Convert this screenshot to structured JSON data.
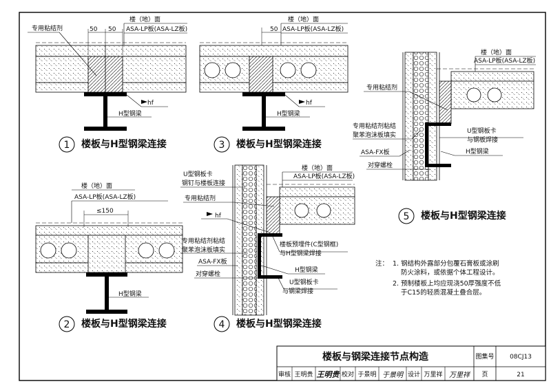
{
  "details": [
    {
      "number": "1",
      "caption": "楼板与H型钢梁连接",
      "labels": {
        "bond": "专用粘结剂",
        "floor": "楼（地）面",
        "board": "ASA-LP板(ASA-LZ板)",
        "dim1": "50",
        "dim2": "50",
        "weld": "hf",
        "beam": "H型钢梁"
      }
    },
    {
      "number": "3",
      "caption": "楼板与H型钢梁连接",
      "labels": {
        "floor": "楼（地）面",
        "board": "ASA-LP板(ASA-LZ板)",
        "dim1": "50",
        "weld": "hf",
        "beam": "H型钢梁"
      }
    },
    {
      "number": "5",
      "caption": "楼板与H型钢梁连接",
      "labels": {
        "floor": "楼（地）面",
        "board": "ASA-LP板(ASA-LZ板)",
        "bond": "专用粘结剂",
        "bond_fill_1": "专用粘结剂粘结",
        "bond_fill_2": "聚苯泡沫板填实",
        "ucard_1": "U型钢板卡",
        "ucard_2": "与钢板焊接",
        "fx": "ASA-FX板",
        "beam": "H型钢梁",
        "bolt": "对穿螺栓"
      }
    },
    {
      "number": "2",
      "caption": "楼板与H型钢梁连接",
      "labels": {
        "floor": "楼（地）面",
        "board": "ASA-LP板(ASA-LZ板)",
        "dim": "≤150",
        "beam": "H型钢梁"
      }
    },
    {
      "number": "4",
      "caption": "楼板与H型钢梁连接",
      "labels": {
        "floor": "楼（地）面",
        "board": "ASA-LP板(ASA-LZ板)",
        "ucard_1": "U型钢板卡",
        "ucard_2": "钢钉与楼板连接",
        "bond": "专用粘结剂",
        "weld": "hf",
        "bond_fill_1": "专用粘结剂粘结",
        "bond_fill_2": "聚苯泡沫板填实",
        "fx": "ASA-FX板",
        "bolt": "对穿螺栓",
        "embed_1": "楼板预埋件(C型钢框)",
        "embed_2": "与H型钢梁焊接",
        "beam": "H型钢梁",
        "ucard2_1": "U型钢板卡",
        "ucard2_2": "与钢梁焊接"
      }
    }
  ],
  "notes": {
    "prefix": "注：",
    "n1_1": "1. 钢结构外露部分包覆石膏板或涂刷",
    "n1_2": "防火涂料，或依据个体工程设计。",
    "n2_1": "2. 预制楼板上均应现浇50厚强度不低",
    "n2_2": "于C15的轻质混凝土叠合层。"
  },
  "title_block": {
    "title": "楼板与钢梁连接节点构造",
    "atlas_label": "图集号",
    "atlas_no": "08CJ13",
    "review_label": "审核",
    "reviewer": "王明贵",
    "review_sign": "王明贵",
    "check_label": "校对",
    "checker": "于景明",
    "check_sign": "于景明",
    "design_label": "设计",
    "designer": "万里祥",
    "design_sign": "万里祥",
    "page_label": "页",
    "page_no": "21"
  }
}
